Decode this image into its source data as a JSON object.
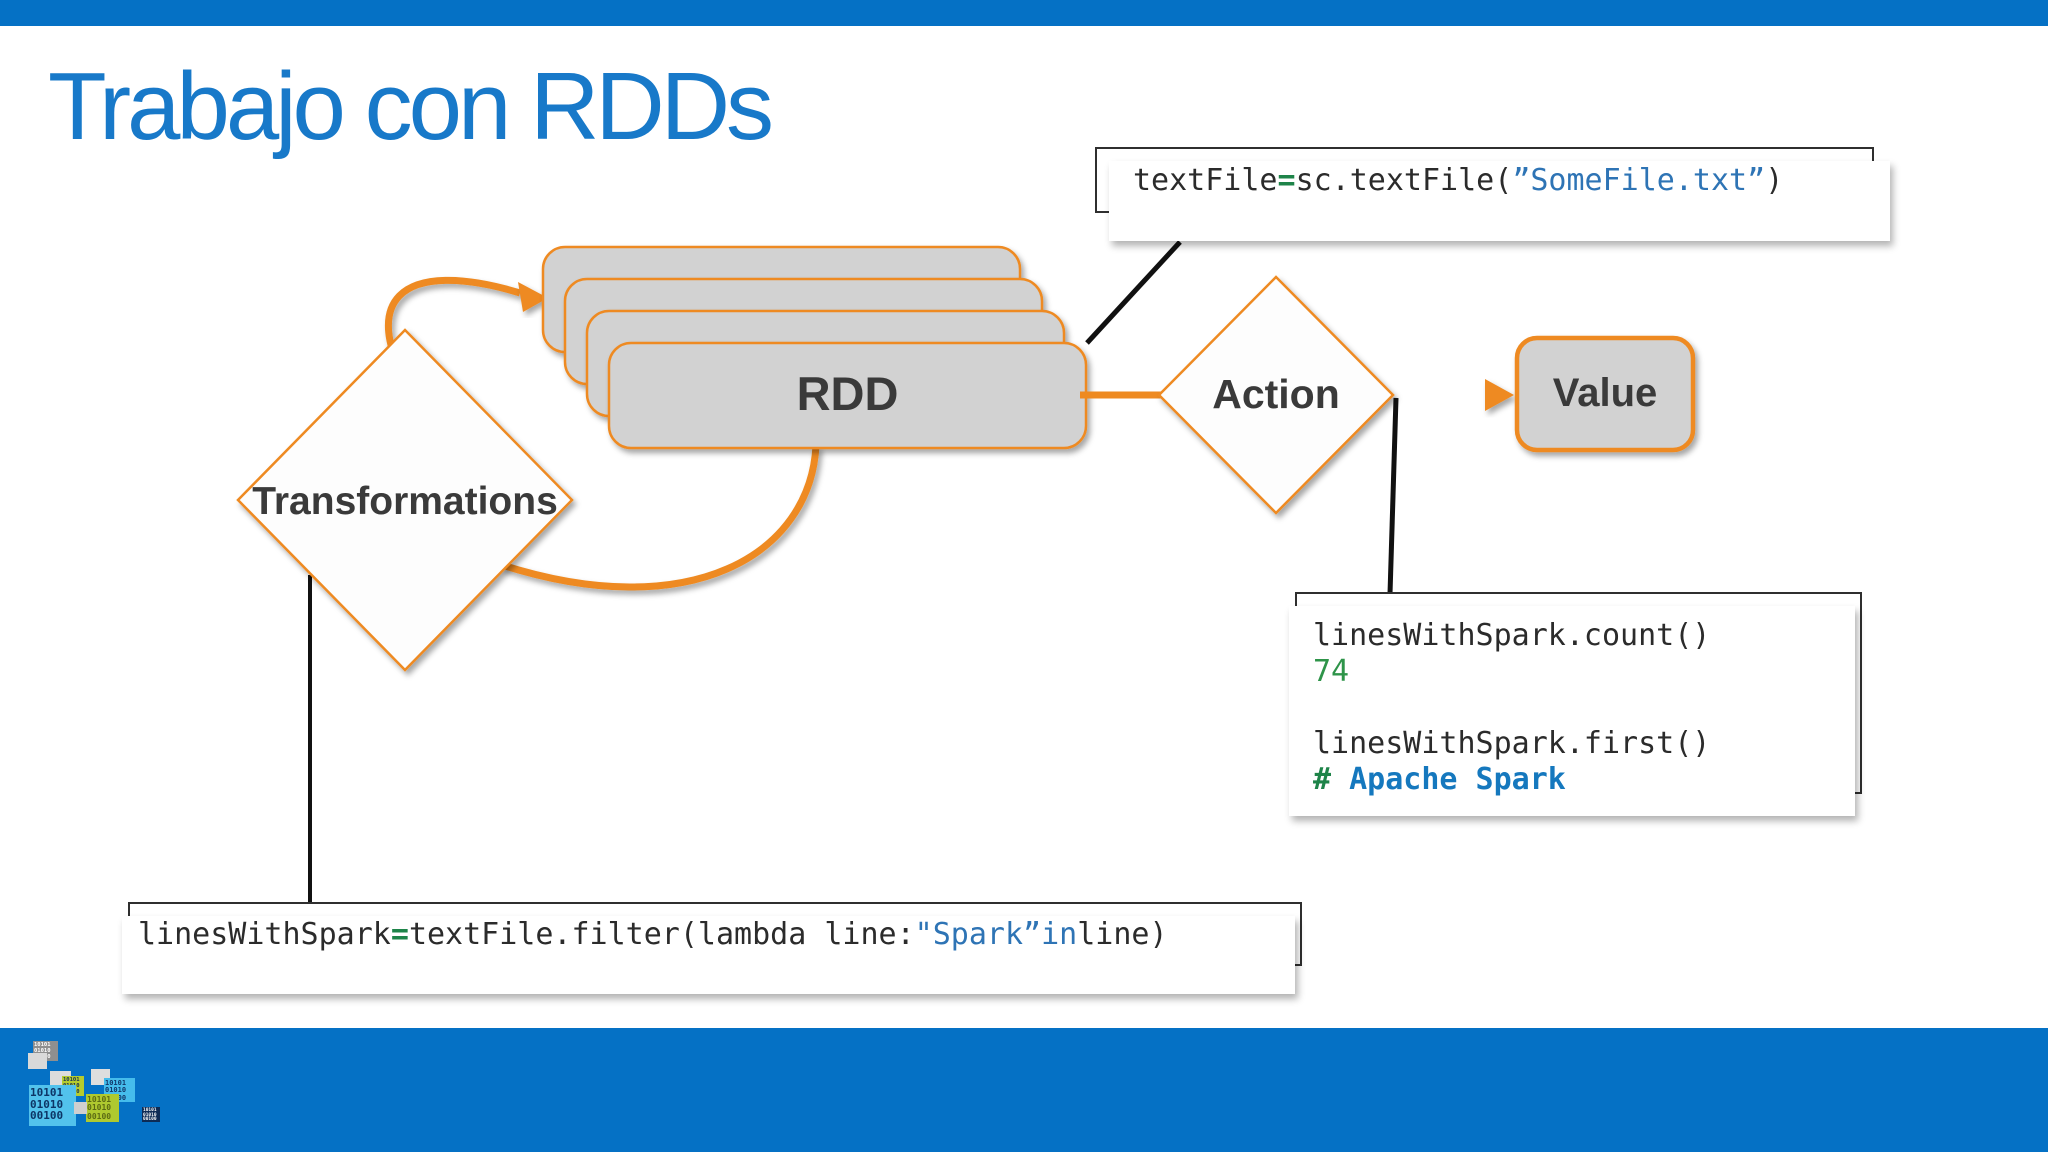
{
  "slide": {
    "title": "Trabajo con RDDs"
  },
  "diagram": {
    "transformations_label": "Transformations",
    "rdd_label": "RDD",
    "action_label": "Action",
    "value_label": "Value"
  },
  "code": {
    "textfile": {
      "t1": "textFile ",
      "t2": "=",
      "t3": " sc.textFile(",
      "t4": "”SomeFile.txt”",
      "t5": ")"
    },
    "results": {
      "line1": "linesWithSpark.count()",
      "line2": "74",
      "line4": "linesWithSpark.first()",
      "line5a": "# ",
      "line5b": "Apache Spark"
    },
    "filter": {
      "t1": "linesWithSpark ",
      "t2": "=",
      "t3": " textFile.filter(lambda line: ",
      "t4": "\"Spark” ",
      "t5": "in",
      "t6": " line)"
    }
  },
  "logo": {
    "binary": "10101\n01010\n00100"
  },
  "colors": {
    "accent_orange": "#EE8A21",
    "bar_blue": "#0571C5",
    "title_blue": "#1879C9",
    "shape_gray": "#D2D2D2",
    "label_dark": "#3A3A3A",
    "code_green": "#1E8449",
    "code_string_blue": "#2E74B5",
    "code_comment_blue": "#1578BE"
  }
}
